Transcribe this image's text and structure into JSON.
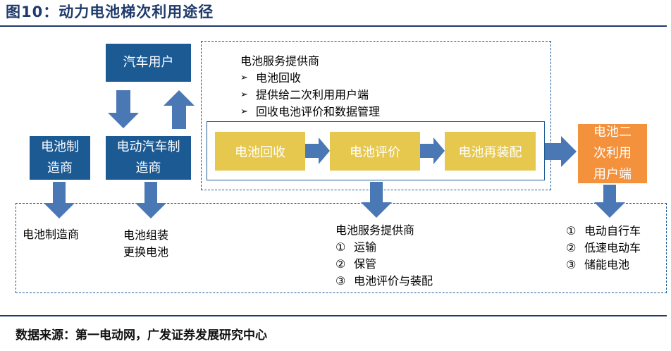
{
  "title": "图10：动力电池梯次利用途径",
  "boxes": {
    "car_user": "汽车用户",
    "battery_maker": [
      "电池制",
      "造商"
    ],
    "ev_maker": [
      "电动汽车制",
      "造商"
    ],
    "recycle": "电池回收",
    "evaluate": "电池评价",
    "reassemble": "电池再装配",
    "secondary_user": [
      "电池二",
      "次利用",
      "用户端"
    ]
  },
  "provider_top": {
    "heading": "电池服务提供商",
    "items": [
      "电池回收",
      "提供给二次利用用户端",
      "回收电池评价和数据管理"
    ]
  },
  "bottom": {
    "battery_maker_label": "电池制造商",
    "ev_maker_label": [
      "电池组装",
      "更换电池"
    ],
    "provider_heading": "电池服务提供商",
    "provider_items": [
      {
        "marker": "①",
        "text": "运输"
      },
      {
        "marker": "②",
        "text": "保管"
      },
      {
        "marker": "③",
        "text": "电池评价与装配"
      }
    ],
    "user_items": [
      {
        "marker": "①",
        "text": "电动自行车"
      },
      {
        "marker": "②",
        "text": "低速电动车"
      },
      {
        "marker": "③",
        "text": "储能电池"
      }
    ]
  },
  "footer": "数据来源：第一电动网，广发证券发展研究中心",
  "colors": {
    "blue": "#1c5a94",
    "arrow": "#4a78b5",
    "yellow": "#e6c84e",
    "orange": "#f4913c",
    "title": "#1f3a6b"
  }
}
